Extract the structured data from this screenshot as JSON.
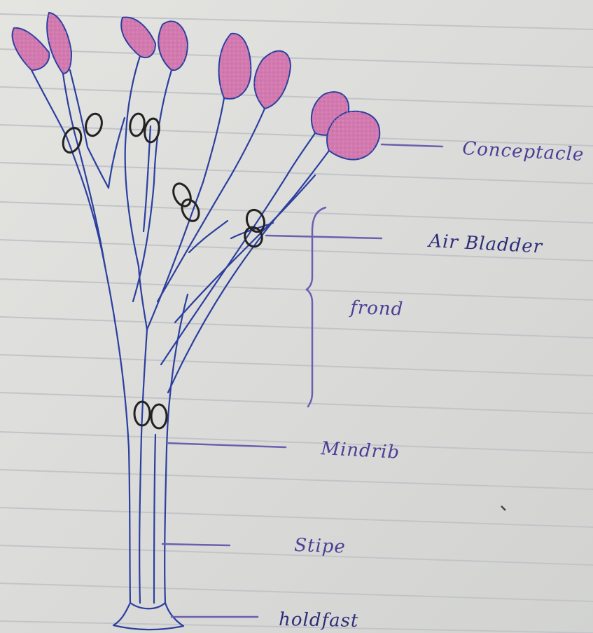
{
  "labels": {
    "conceptacle": "Conceptacle",
    "air_bladder": "Air Bladder",
    "frond": "frond",
    "midrib": "Mindrib",
    "stipe": "Stipe",
    "holdfast": "holdfast"
  },
  "colors": {
    "paper": "#dcdcd9",
    "rule_line": "#c3c4c8",
    "ink": "#2b3fa0",
    "label_ink": "#4a3f97",
    "conceptacle_fill": "#c66aa0",
    "bladder_ink": "#222222"
  }
}
